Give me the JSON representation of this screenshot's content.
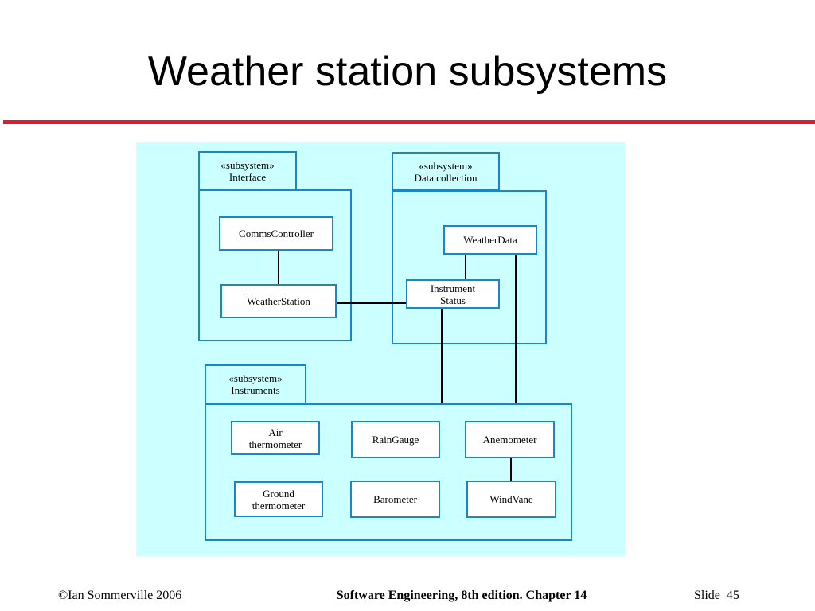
{
  "title": "Weather station subsystems",
  "subsystems": {
    "interface": {
      "stereotype": "«subsystem»",
      "name": "Interface"
    },
    "data_collection": {
      "stereotype": "«subsystem»",
      "name": "Data collection"
    },
    "instruments": {
      "stereotype": "«subsystem»",
      "name": "Instruments"
    }
  },
  "classes": {
    "comms_controller": [
      "CommsController"
    ],
    "weather_station": [
      "WeatherStation"
    ],
    "weather_data": [
      "WeatherData"
    ],
    "instrument_status": [
      "Instrument",
      "Status"
    ],
    "air_thermometer": [
      "Air",
      "thermometer"
    ],
    "rain_gauge": [
      "RainGauge"
    ],
    "anemometer": [
      "Anemometer"
    ],
    "ground_thermometer": [
      "Ground",
      "thermometer"
    ],
    "barometer": [
      "Barometer"
    ],
    "wind_vane": [
      "WindVane"
    ]
  },
  "colors": {
    "diagram_background": "#ccffff",
    "box_border": "#1a86c8",
    "title_rule": "#e31b2d"
  },
  "footer": {
    "copyright": "©Ian Sommerville 2006",
    "book": "Software Engineering, 8th edition. Chapter 14",
    "slide_label": "Slide",
    "slide_number": "45"
  }
}
